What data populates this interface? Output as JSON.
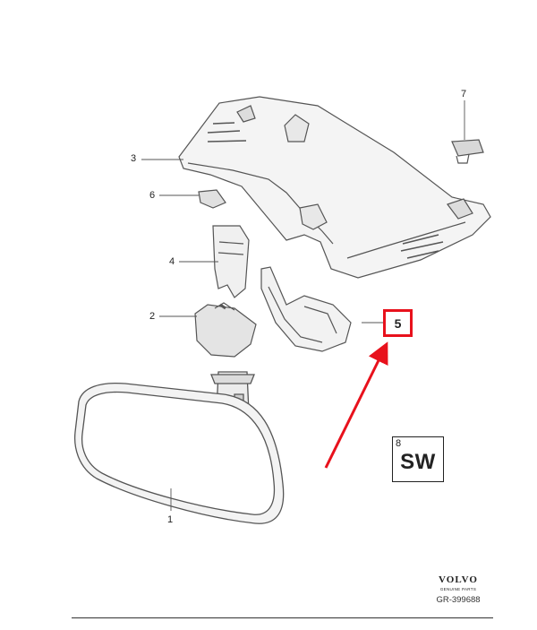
{
  "callouts": [
    {
      "id": "1",
      "label": "1"
    },
    {
      "id": "2",
      "label": "2"
    },
    {
      "id": "3",
      "label": "3"
    },
    {
      "id": "4",
      "label": "4"
    },
    {
      "id": "5",
      "label": "5"
    },
    {
      "id": "6",
      "label": "6"
    },
    {
      "id": "7",
      "label": "7"
    },
    {
      "id": "8",
      "label": "8"
    }
  ],
  "software_box": {
    "number": "8",
    "code": "SW"
  },
  "highlight": {
    "callout": "5",
    "color": "#e8111c"
  },
  "brand": {
    "name": "VOLVO",
    "subtitle": "GENUINE PARTS"
  },
  "reference": "GR-399688",
  "colors": {
    "line": "#555555",
    "shade": "#e6e6e6",
    "accent": "#e8111c"
  }
}
